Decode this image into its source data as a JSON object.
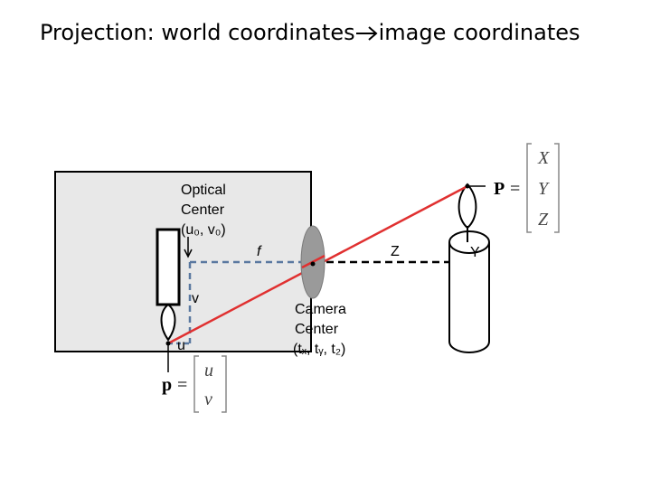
{
  "title": {
    "left": "Projection: world coordinates",
    "right": "image coordinates"
  },
  "labels": {
    "optical_center_line1": "Optical",
    "optical_center_line2": "Center",
    "optical_center_coords": "(u₀, v₀)",
    "focal": "f",
    "depth": "Z",
    "y_axis": "Y",
    "v_axis": "v",
    "u_axis": "u",
    "camera_center_line1": "Camera",
    "camera_center_line2": "Center",
    "camera_center_coords": "(tₓ, tᵧ, t₂)"
  },
  "world_point": {
    "symbol": "P",
    "equals": "=",
    "components": [
      "X",
      "Y",
      "Z"
    ]
  },
  "image_point": {
    "symbol": "p",
    "equals": "=",
    "components": [
      "u",
      "v"
    ]
  },
  "colors": {
    "image_plane": "#e8e8e8",
    "ray": "#e03030",
    "dashed": "#5a78a0",
    "lens": "#9a9a9a"
  }
}
